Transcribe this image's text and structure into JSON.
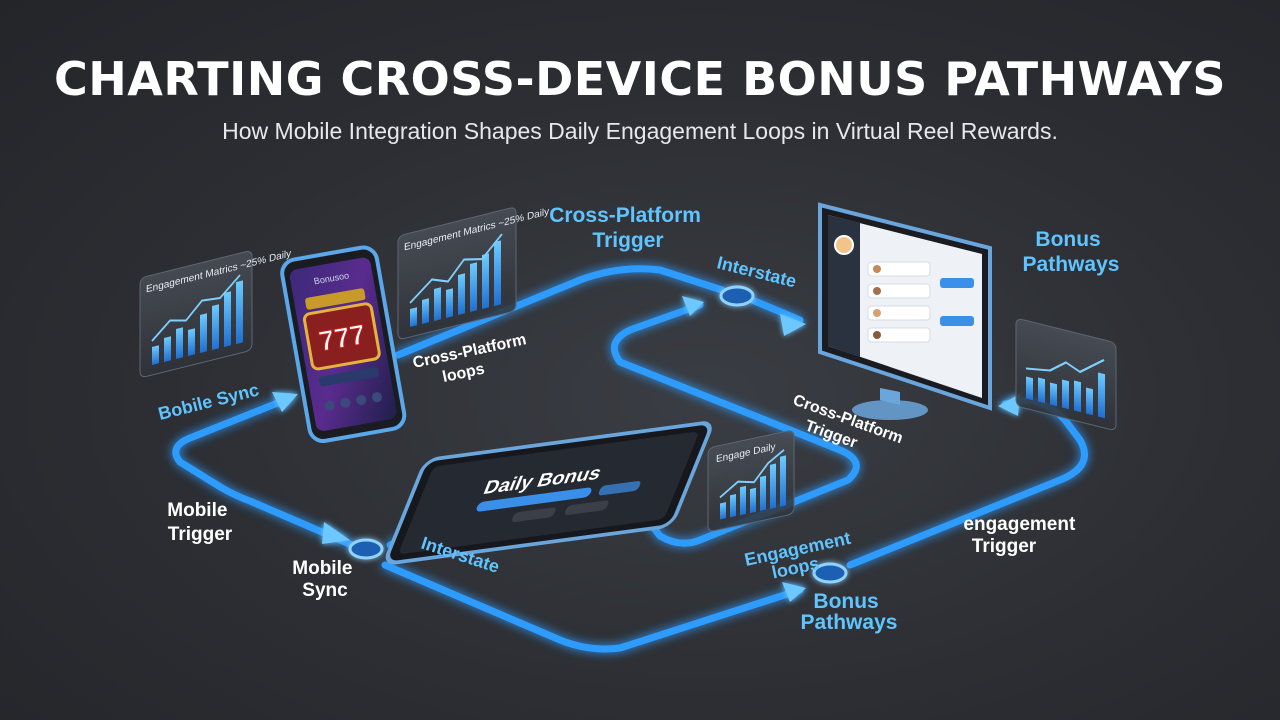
{
  "header": {
    "title": "CHARTING CROSS-DEVICE BONUS PATHWAYS",
    "subtitle": "How Mobile Integration Shapes Daily Engagement Loops in Virtual Reel Rewards."
  },
  "labels": {
    "cross_platform_trigger_top": [
      "Cross-Platform",
      "Trigger"
    ],
    "interstate_top": "Interstate",
    "bonus_pathways_top": [
      "Bonus",
      "Pathways"
    ],
    "bobile_sync": "Bobile Sync",
    "cross_platform_loops": [
      "Cross-Platform",
      "loops"
    ],
    "mobile_trigger": [
      "Mobile",
      "Trigger"
    ],
    "mobile_sync": [
      "Mobile",
      "Sync"
    ],
    "interstate_bottom": "Interstate",
    "cross_platform_trigger_mid": [
      "Cross-Platform",
      "Trigger"
    ],
    "engagement_loops": [
      "Engagement",
      "loops"
    ],
    "engagement_trigger": [
      "engagement",
      "Trigger"
    ],
    "bonus_pathways_bottom": [
      "Bonus",
      "Pathways"
    ]
  },
  "devices": {
    "tablet_title": "Daily Bonus",
    "phone_reels": "777",
    "phone_header": "Bonusoo"
  },
  "cards": {
    "left_card_title": "Engagement Matrics ~25% Daily",
    "upper_card_title": "Engagement Matrics ~25% Daily",
    "mid_card_title": "Engage Daily"
  },
  "colors": {
    "path": "#2d9bff",
    "glow": "#3aa8ff",
    "label_blue": "#5fc4ff",
    "node": "#8fd3ff"
  },
  "icons": [
    "arrow-icon",
    "node-icon",
    "slot-reel-icon",
    "avatar-icon",
    "bar-chart-icon"
  ]
}
